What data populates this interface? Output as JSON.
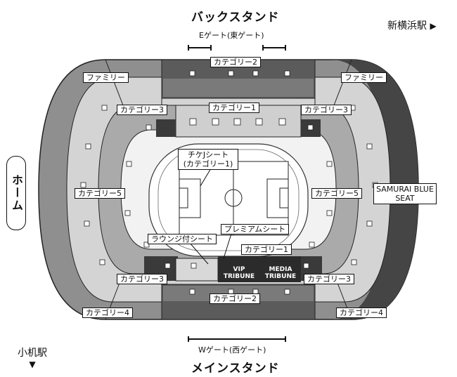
{
  "headings": {
    "back_stand": "バックスタンド",
    "main_stand": "メインスタンド",
    "gate_e": "Eゲート(東ゲート)",
    "gate_w": "Wゲート(西ゲート)"
  },
  "stations": {
    "shin_yokohama": "新横浜駅",
    "shin_yokohama_arrow": "▶",
    "kozukue": "小机駅",
    "kozukue_arrow": "▼"
  },
  "home_label": "ホーム",
  "sections": {
    "cat2_top": "カテゴリー2",
    "cat2_bottom": "カテゴリー2",
    "cat1_top": "カテゴリー1",
    "cat1_bottom": "カテゴリー1",
    "cat3_top_left": "カテゴリー3",
    "cat3_top_right": "カテゴリー3",
    "cat3_bottom_left": "カテゴリー3",
    "cat3_bottom_right": "カテゴリー3",
    "cat4_left": "カテゴリー4",
    "cat4_right": "カテゴリー4",
    "cat5_left": "カテゴリー5",
    "cat5_right": "カテゴリー5",
    "family_left": "ファミリー",
    "family_right": "ファミリー",
    "samurai_blue": "SAMURAI BLUE SEAT",
    "chikej_line1": "チケJシート",
    "chikej_line2": "(カテゴリー1)",
    "premium": "プレミアムシート",
    "lounge": "ラウンジ付シート",
    "vip_line1": "VIP",
    "vip_line2": "TRIBUNE",
    "media_line1": "MEDIA",
    "media_line2": "TRIBUNE"
  },
  "colors": {
    "outer_ring": "#8f8f8f",
    "category5_ring": "#d4d4d4",
    "category3_ring": "#aaaaaa",
    "inner_ring": "#f2f2f2",
    "samurai_blue_sector": "#454545",
    "dark_stand": "#3a3a3a",
    "label_border": "#111111"
  }
}
